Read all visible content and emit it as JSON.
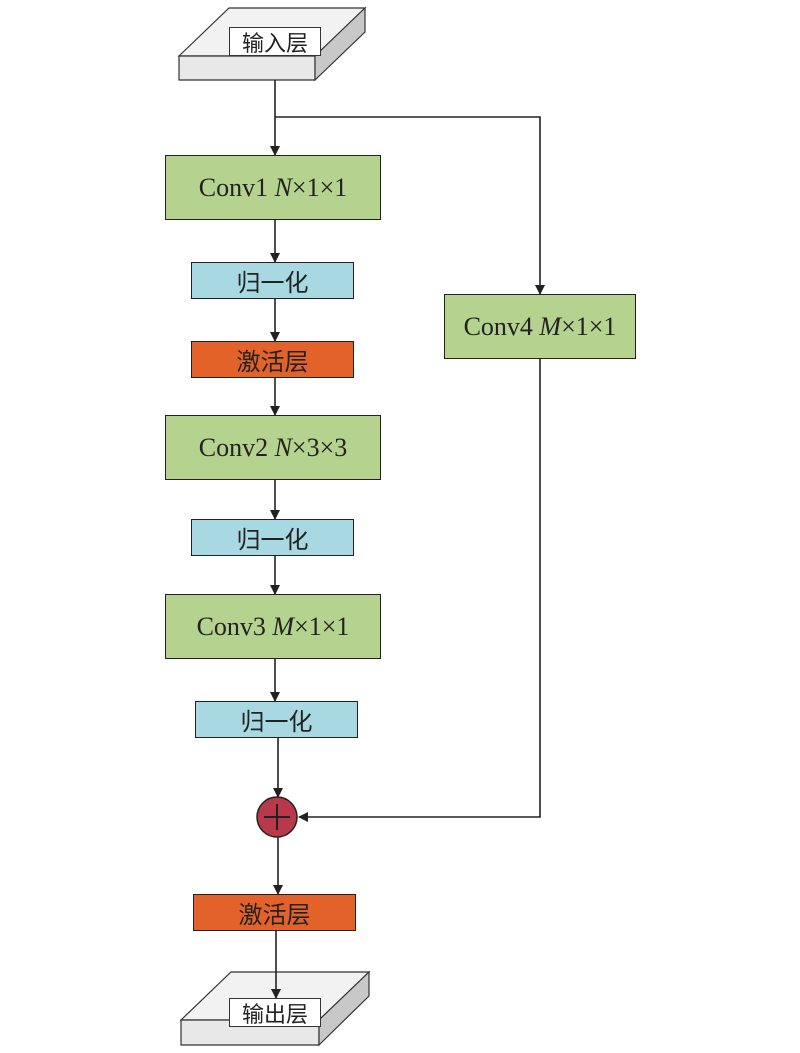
{
  "nodes": {
    "input": "输入层",
    "conv1": {
      "name": "Conv1",
      "dim": "N",
      "rest": "×1×1"
    },
    "norm1": "归一化",
    "act1": "激活层",
    "conv2": {
      "name": "Conv2",
      "dim": "N",
      "rest": "×3×3"
    },
    "norm2": "归一化",
    "conv3": {
      "name": "Conv3",
      "dim": "M",
      "rest": "×1×1"
    },
    "norm3": "归一化",
    "conv4": {
      "name": "Conv4",
      "dim": "M",
      "rest": "×1×1"
    },
    "add_symbol": "+",
    "act2": "激活层",
    "output": "输出层"
  },
  "colors": {
    "conv_fill": "#b5d38f",
    "norm_fill": "#a8d9e2",
    "act_fill": "#e2622a",
    "add_fill": "#b8394a",
    "slab_top": "#f2f2f2",
    "slab_side": "#c8c8c8"
  }
}
